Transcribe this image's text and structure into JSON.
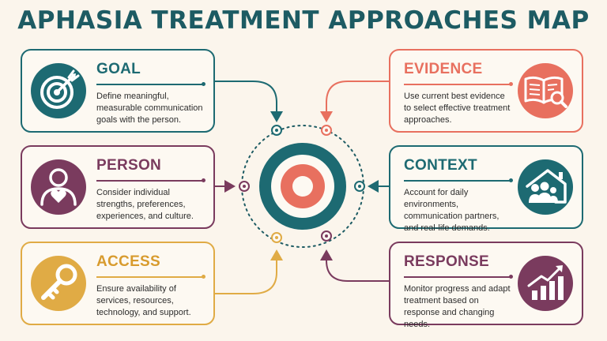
{
  "title": "APHASIA TREATMENT APPROACHES MAP",
  "colors": {
    "teal": "#1d6a72",
    "coral": "#e8705f",
    "plum": "#7a3b5e",
    "mustard": "#e0ab45",
    "background": "#fbf5ec"
  },
  "cards": [
    {
      "key": "goal",
      "title": "GOAL",
      "description": "Define meaningful, measurable communication goals with the person.",
      "icon": "target-arrow-icon",
      "color": "#1d6a72"
    },
    {
      "key": "person",
      "title": "PERSON",
      "description": "Consider individual strengths, preferences, experiences, and culture.",
      "icon": "person-heart-icon",
      "color": "#7a3b5e"
    },
    {
      "key": "access",
      "title": "ACCESS",
      "description": "Ensure availability of services, resources, technology, and support.",
      "icon": "key-icon",
      "color": "#e0ab45"
    },
    {
      "key": "evidence",
      "title": "EVIDENCE",
      "description": "Use current best evidence to select effective treatment approaches.",
      "icon": "book-magnifier-icon",
      "color": "#e8705f"
    },
    {
      "key": "context",
      "title": "CONTEXT",
      "description": "Account for daily environments, communication partners, and real-life demands.",
      "icon": "family-house-icon",
      "color": "#1d6a72"
    },
    {
      "key": "response",
      "title": "RESPONSE",
      "description": "Monitor progress and adapt treatment based on response and changing needs.",
      "icon": "growth-chart-icon",
      "color": "#7a3b5e"
    }
  ],
  "center": {
    "icon": "bullseye-icon"
  }
}
